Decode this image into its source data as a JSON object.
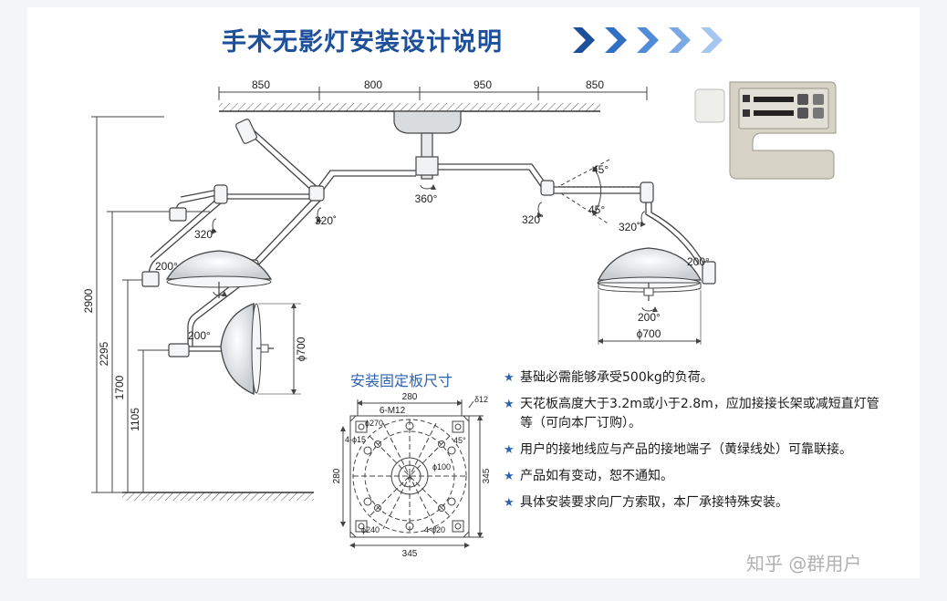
{
  "title": "手术无影灯安装设计说明",
  "colors": {
    "title": "#1d4f9a",
    "chevron": "#2f6fc4",
    "star": "#2b63b0",
    "line": "#3a3a3a"
  },
  "dimensions_top": [
    "850",
    "800",
    "950",
    "850"
  ],
  "dimensions_vertical": [
    "2900",
    "2295",
    "1700",
    "1105"
  ],
  "rotation_labels": {
    "ceiling_hub": "360°",
    "left_arm_joint": "320˚",
    "left_upper_joint": "320˚",
    "right_arm_joint": "320˚",
    "right_lamp_joint": "320˚",
    "left_lamp_yoke": "200°",
    "left_lower_yoke": "200°",
    "right_lamp_yoke": "200°",
    "right_lamp_bottom": "200°",
    "tilt_up": "45°",
    "tilt_down": "45°"
  },
  "lamp_diameter_side": "ϕ700",
  "lamp_diameter_bottom": "ϕ700",
  "plate": {
    "caption": "安装固定板尺寸",
    "width": "280",
    "holes": "6-M12",
    "corner": "δ12",
    "height_left": "280",
    "height_right": "345",
    "width_bottom": "345",
    "circle_270": "ϕ270",
    "holes_4_15": "4-ϕ15",
    "circle_100": "ϕ100",
    "circle_240": "ϕ240",
    "holes_4_20": "4-ϕ20",
    "angle": "45°"
  },
  "notes": [
    "基础必需能够承受500kg的负荷。",
    "天花板高度大于3.2m或小于2.8m，应加接接长架或减短直灯管等（可向本厂订购）。",
    "用户的接地线应与产品的接地端子（黄绿线处）可靠联接。",
    "产品如有变动，恕不通知。",
    "具体安装要求向厂方索取，本厂承接特殊安装。"
  ],
  "star_glyph": "★",
  "watermark": "知乎 @群用户"
}
